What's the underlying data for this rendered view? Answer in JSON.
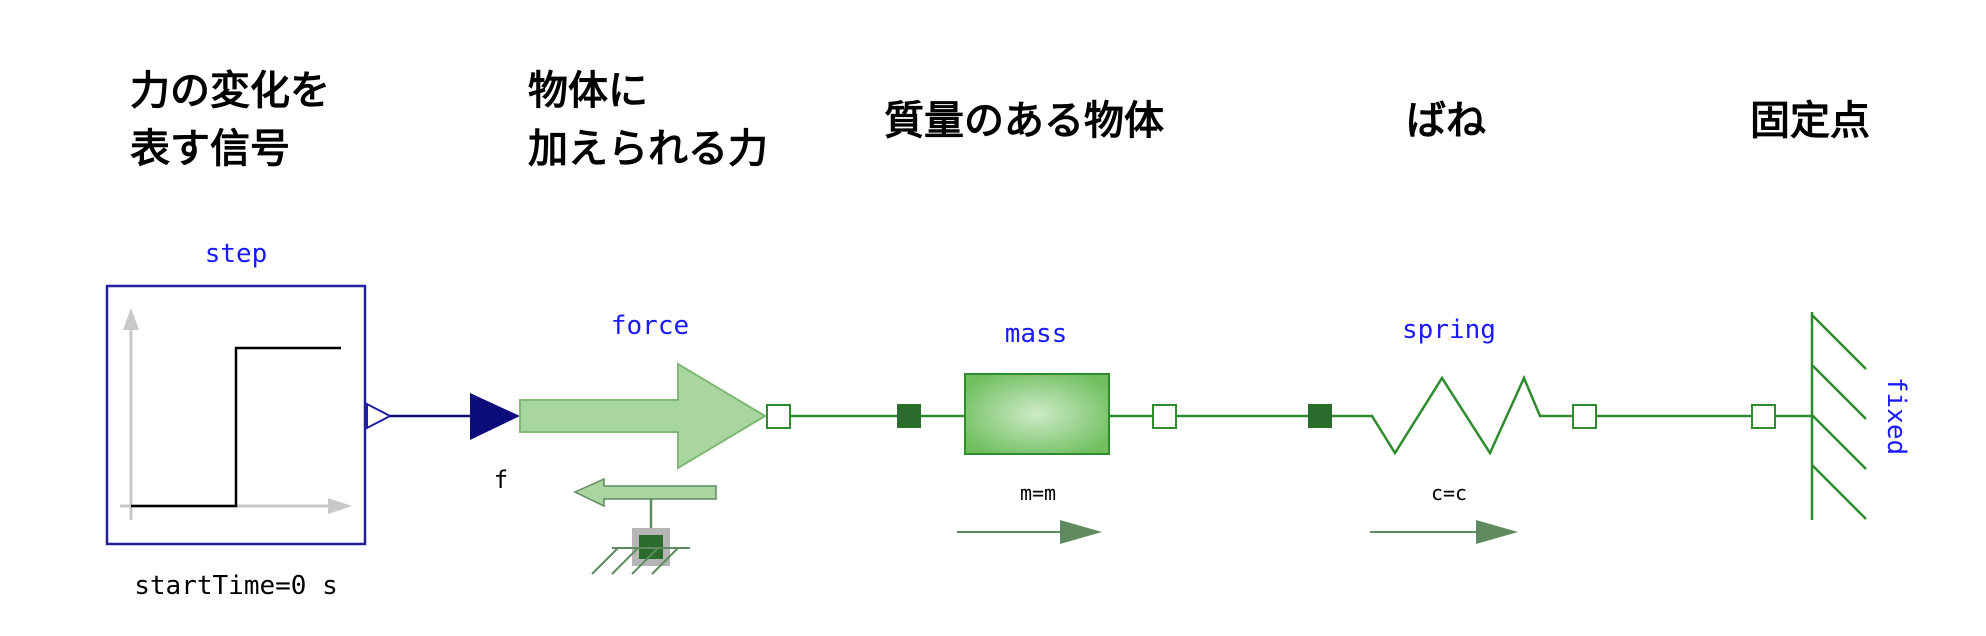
{
  "headings": {
    "step_signal": [
      "力の変化を",
      "表す信号"
    ],
    "applied_force": [
      "物体に",
      "加えられる力"
    ],
    "mass_body": "質量のある物体",
    "spring": "ばね",
    "fixed_point": "固定点"
  },
  "components": {
    "step": {
      "name": "step",
      "param": "startTime=0 s"
    },
    "force": {
      "name": "force",
      "input_label": "f"
    },
    "mass": {
      "name": "mass",
      "param": "m=m"
    },
    "spring": {
      "name": "spring",
      "param": "c=c"
    },
    "fixed": {
      "name": "fixed"
    }
  },
  "colors": {
    "heading_text": "#000000",
    "component_name": "#1a1aff",
    "param_text": "#000000",
    "signal_blue": "#0b0b7a",
    "step_frame": "#20209c",
    "mech_green": "#2e8b2e",
    "dark_green": "#2b6b2b",
    "force_fill": "#a9d6a0",
    "mass_fill": "#7cc46e",
    "arrow_gray": "#5f8a5f",
    "axis_gray": "#c8c8c8"
  }
}
